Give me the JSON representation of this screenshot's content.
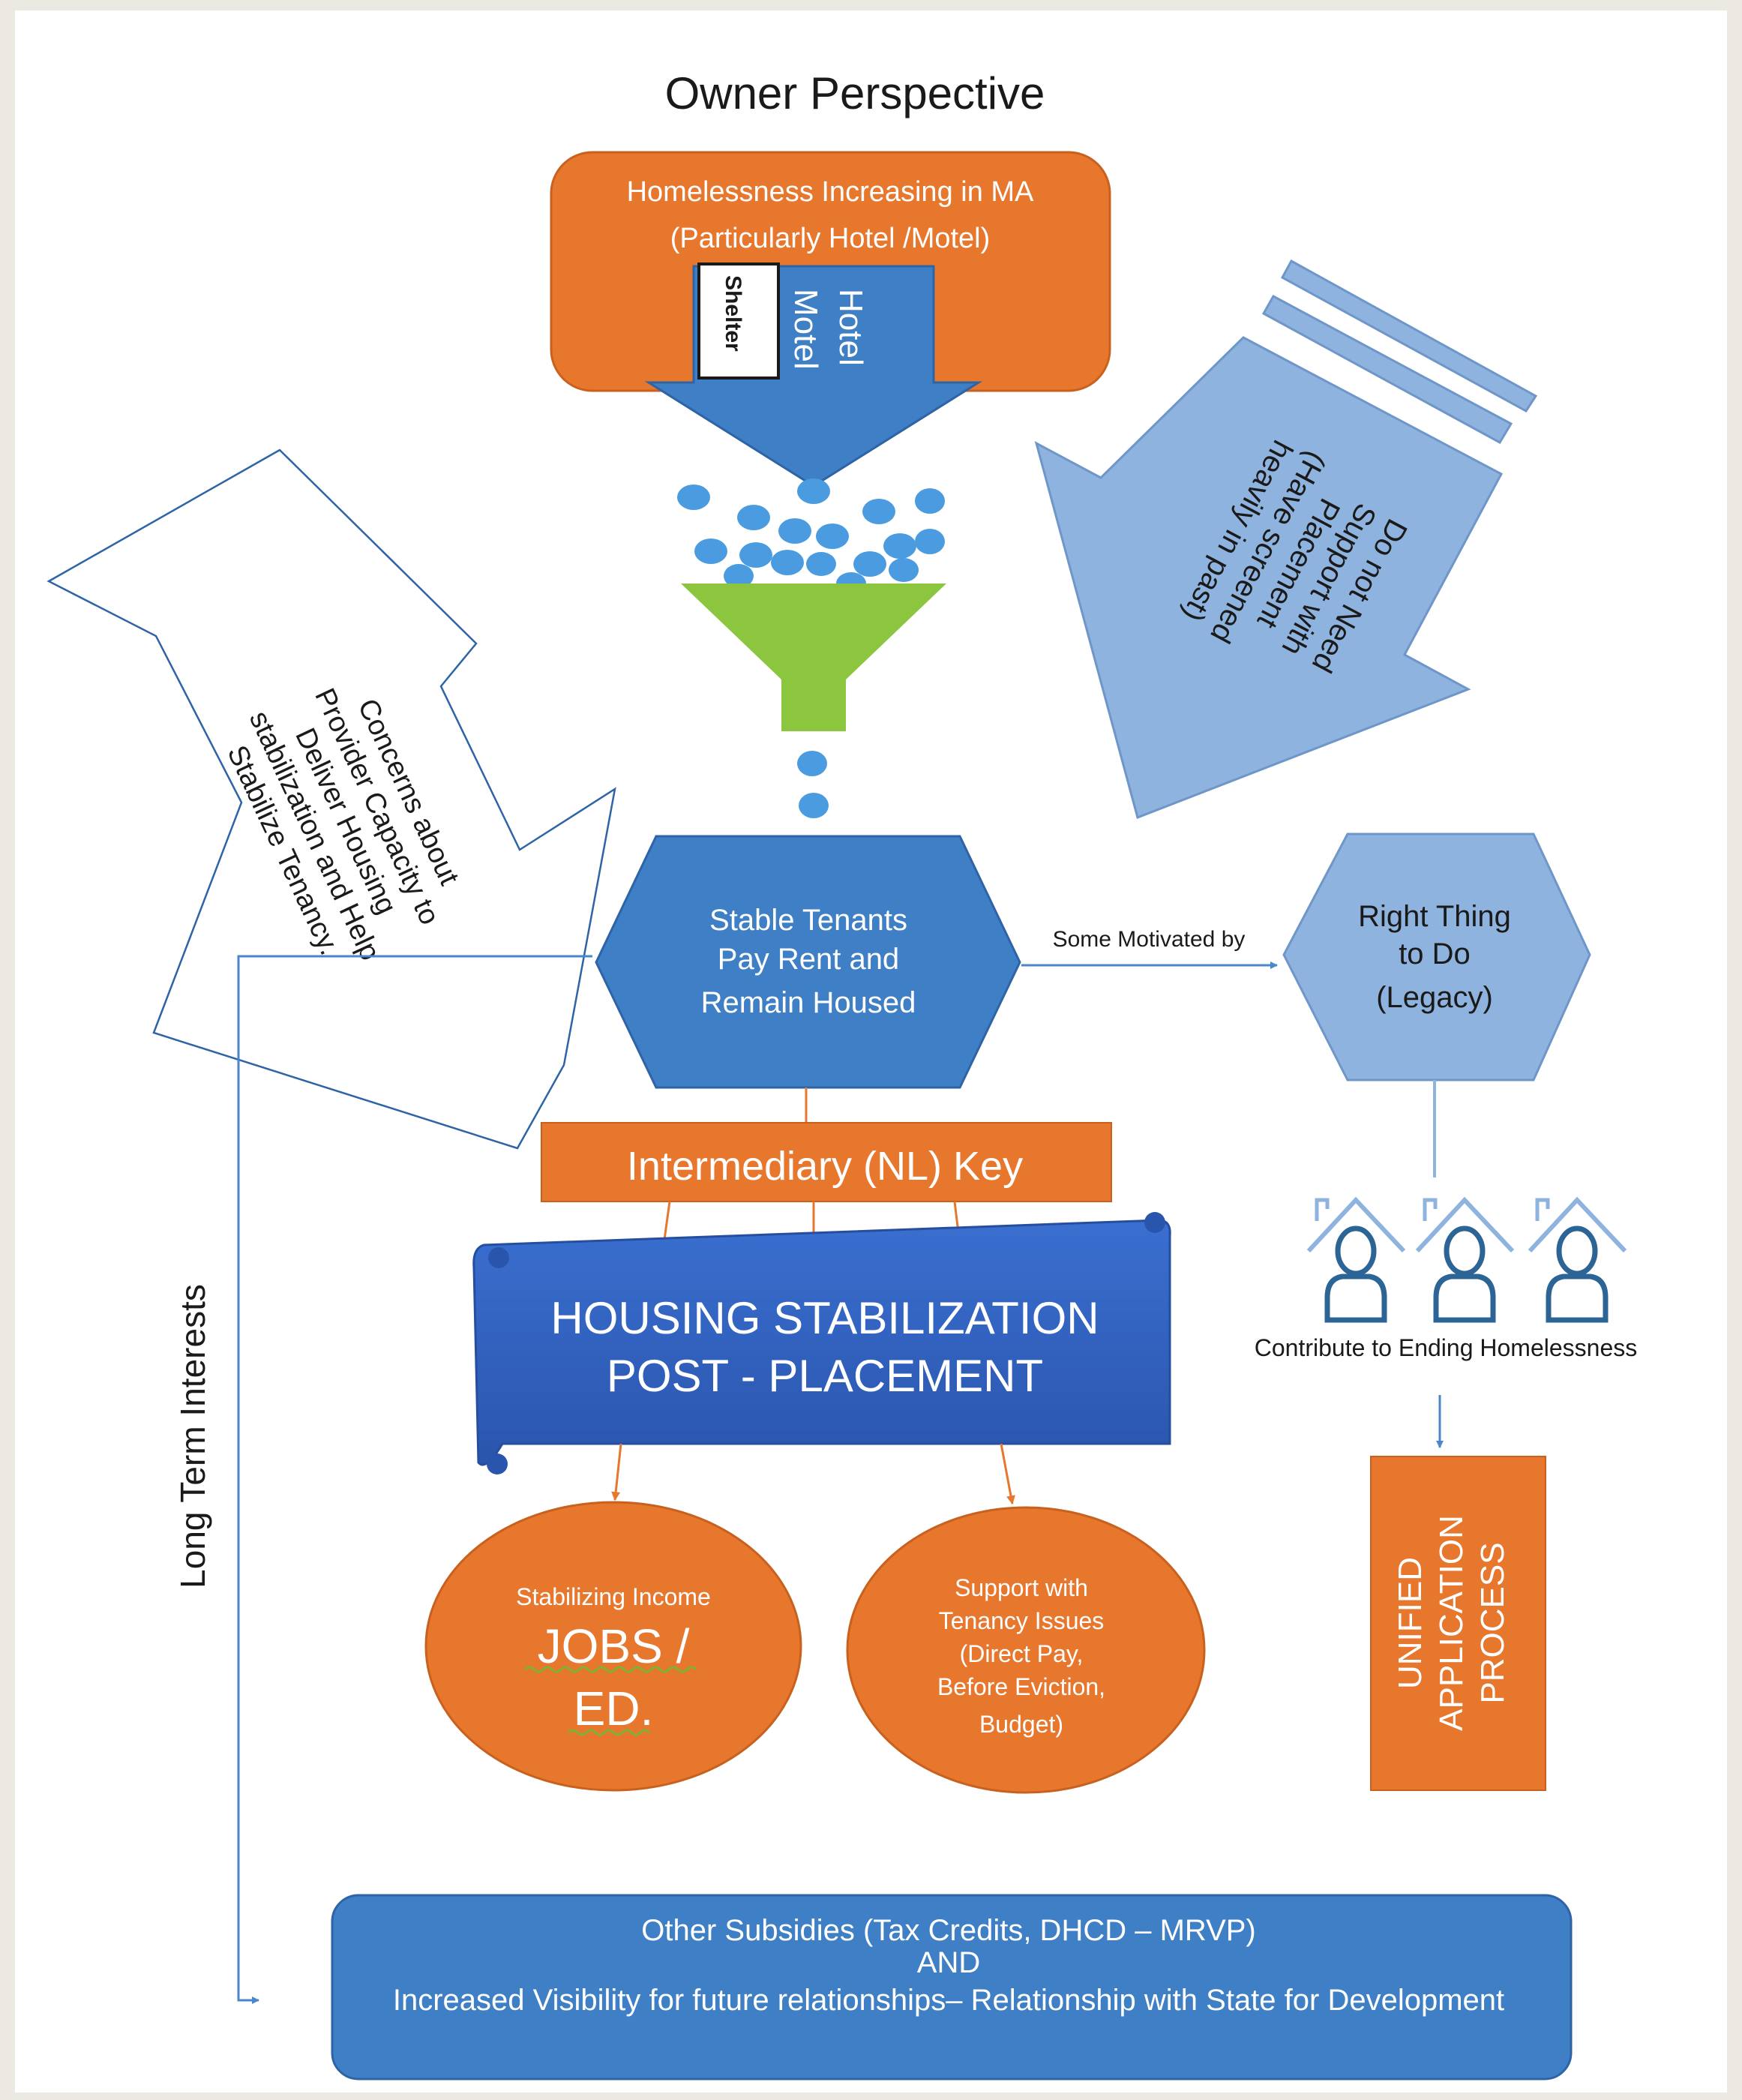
{
  "title": "Owner Perspective",
  "top_box": {
    "line1": "Homelessness Increasing in MA",
    "line2": "(Particularly Hotel /Motel)"
  },
  "funnel_arrow": {
    "line1": "Hotel",
    "line2": "Motel",
    "shelter_label": "Shelter"
  },
  "left_arrow": {
    "lines": [
      "Concerns about",
      "Provider Capacity to",
      "Deliver Housing",
      "stabilization and Help",
      "Stabilize Tenancy."
    ]
  },
  "right_arrow": {
    "lines": [
      "Do not Need",
      "Support with",
      "Placement",
      "(Have screened",
      "heavily in past)"
    ]
  },
  "hex_center": {
    "lines": [
      "Stable Tenants",
      "Pay Rent and",
      "Remain Housed"
    ]
  },
  "motivated_label": "Some Motivated by",
  "hex_right": {
    "lines": [
      "Right Thing",
      "to Do",
      "(Legacy)"
    ]
  },
  "intermediary": "Intermediary (NL) Key",
  "housing_banner": {
    "line1": "HOUSING STABILIZATION",
    "line2": "POST - PLACEMENT"
  },
  "houses_caption": "Contribute to Ending Homelessness",
  "unified_box": {
    "lines": [
      "UNIFIED",
      "APPLICATION",
      "PROCESS"
    ]
  },
  "left_oval": {
    "small": "Stabilizing Income",
    "big1": "JOBS /",
    "big2": "ED."
  },
  "right_oval": {
    "lines": [
      "Support with",
      "Tenancy Issues",
      "(Direct Pay,",
      "Before Eviction,",
      "Budget)"
    ]
  },
  "long_term_label": "Long Term Interests",
  "bottom_box": {
    "line1": "Other Subsidies (Tax Credits, DHCD – MRVP)",
    "line2": "AND",
    "line3": "Increased Visibility for future relationships– Relationship with State for Development"
  },
  "colors": {
    "orange": "#e8772e",
    "blue": "#3f7fc6",
    "light_blue": "#8fb3df",
    "green": "#8cc63e",
    "dark_blue": "#2e5fb5",
    "background": "#ece9e2"
  }
}
